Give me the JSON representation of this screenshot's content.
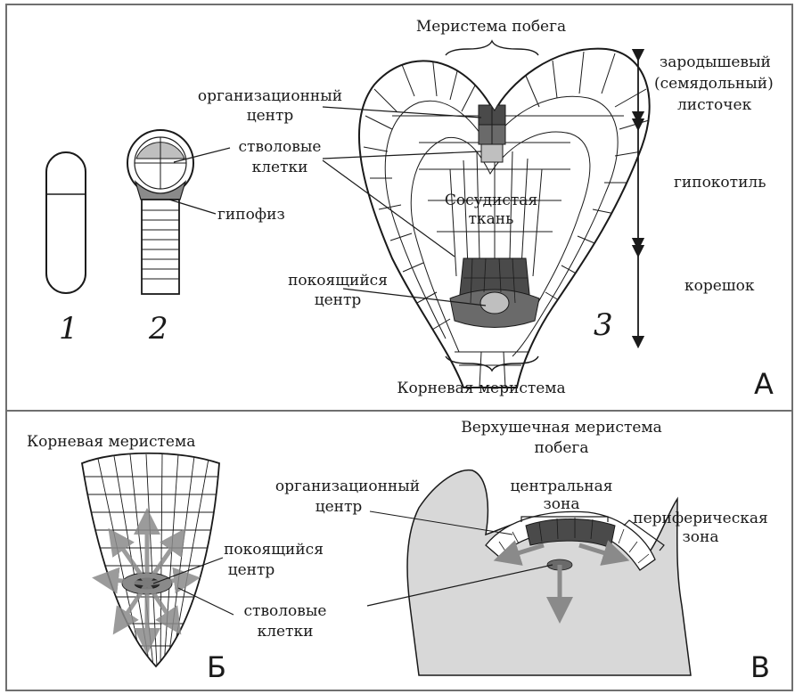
{
  "top": {
    "shoot_meristem": "Меристема побега",
    "root_meristem": "Корневая меристема",
    "cotyledon": [
      "зародышевый",
      "(семядольный)",
      "листочек"
    ],
    "hypocotyl": "гипокотиль",
    "root": "корешок",
    "organizing_center": [
      "организационный",
      "центр"
    ],
    "stem_cells": [
      "стволовые",
      "клетки"
    ],
    "hypophysis": "гипофиз",
    "vascular": [
      "Сосудистая",
      "ткань"
    ],
    "quiescent": [
      "покоящийся",
      "центр"
    ],
    "stage1": "1",
    "stage2": "2",
    "stage3": "3",
    "panel_letter": "А"
  },
  "bottom": {
    "root_meristem_title": "Корневая меристема",
    "quiescent": [
      "покоящийся",
      "центр"
    ],
    "stem_cells": [
      "стволовые",
      "клетки"
    ],
    "apical_title": [
      "Верхушечная меристема",
      "побега"
    ],
    "organizing_center": [
      "организационный",
      "центр"
    ],
    "central_zone": [
      "центральная",
      "зона"
    ],
    "peripheral_zone": [
      "периферическая",
      "зона"
    ],
    "letter_b": "Б",
    "letter_v": "В"
  },
  "colors": {
    "outline": "#1a1a1a",
    "light_gray": "#bfbfbf",
    "mid_gray": "#8a8a8a",
    "dark_gray": "#4a4a4a",
    "tissue": "#d8d8d8"
  }
}
